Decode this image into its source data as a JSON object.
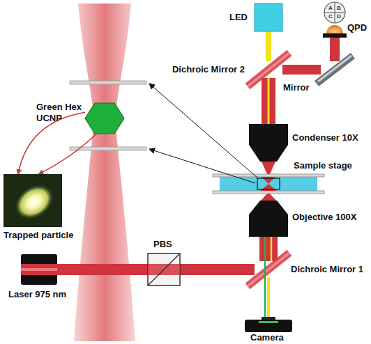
{
  "diagram": {
    "nodes": [
      {
        "text": [
          "LED"
        ]
      },
      {
        "text": [
          "QPD"
        ]
      },
      {
        "text": [
          "Dichroic Mirror 2"
        ]
      },
      {
        "text": [
          "Mirror"
        ]
      },
      {
        "text": [
          "Condenser 10X"
        ]
      },
      {
        "text": [
          "Sample stage"
        ]
      },
      {
        "text": [
          "Objective 100X"
        ]
      },
      {
        "text": [
          "Laser 975 nm"
        ]
      },
      {
        "text": [
          "PBS"
        ]
      },
      {
        "text": [
          "Dichroic Mirror 1"
        ]
      },
      {
        "text": [
          "Camera"
        ]
      },
      {
        "text": [
          "Green Hex UCNP"
        ]
      },
      {
        "text": [
          "Trapped particle"
        ]
      }
    ],
    "edges": [
      {
        "from": 0,
        "to": 2,
        "arrow": "none"
      },
      {
        "from": 2,
        "to": 3,
        "arrow": "none"
      },
      {
        "from": 3,
        "to": 1,
        "arrow": "none"
      },
      {
        "from": 4,
        "to": 2,
        "arrow": "none"
      },
      {
        "from": 5,
        "to": 4,
        "arrow": "none"
      },
      {
        "from": 6,
        "to": 5,
        "arrow": "none"
      },
      {
        "from": 9,
        "to": 6,
        "arrow": "none"
      },
      {
        "from": 7,
        "to": 8,
        "arrow": "none"
      },
      {
        "from": 8,
        "to": 9,
        "arrow": "none"
      },
      {
        "from": 9,
        "to": 10,
        "arrow": "none"
      },
      {
        "from": 11,
        "to": 12,
        "arrow": "to"
      },
      {
        "from": 11,
        "to": 12,
        "arrow": "to"
      }
    ],
    "labels": [
      "A",
      "B",
      "C",
      "D"
    ]
  }
}
